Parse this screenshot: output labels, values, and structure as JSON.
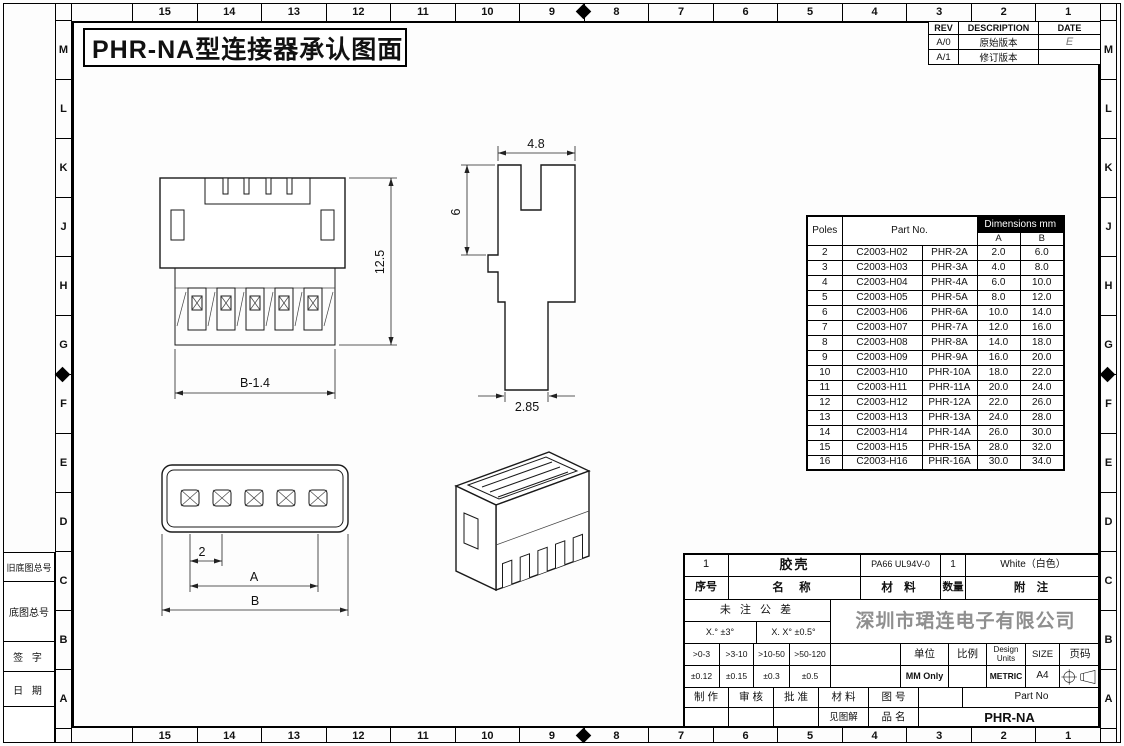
{
  "sheet": {
    "title": "PHR-NA型连接器承认图面"
  },
  "border": {
    "numbers": [
      "15",
      "14",
      "13",
      "12",
      "11",
      "10",
      "9",
      "8",
      "7",
      "6",
      "5",
      "4",
      "3",
      "2",
      "1"
    ],
    "letters": [
      "M",
      "L",
      "K",
      "J",
      "H",
      "G",
      "F",
      "E",
      "D",
      "C",
      "B",
      "A"
    ]
  },
  "rev_table": {
    "headers": [
      "REV",
      "DESCRIPTION",
      "DATE"
    ],
    "rows": [
      [
        "A/0",
        "原始版本",
        "E"
      ],
      [
        "A/1",
        "修订版本",
        ""
      ]
    ]
  },
  "margin": {
    "old_base": "旧底图总号",
    "base": "底图总号",
    "sign": "签 字",
    "date": "日 期"
  },
  "parts_table": {
    "header_poles": "Poles",
    "header_part": "Part No.",
    "header_dims": "Dimensions mm",
    "header_a": "A",
    "header_b": "B",
    "rows": [
      [
        "2",
        "C2003-H02",
        "PHR-2A",
        "2.0",
        "6.0"
      ],
      [
        "3",
        "C2003-H03",
        "PHR-3A",
        "4.0",
        "8.0"
      ],
      [
        "4",
        "C2003-H04",
        "PHR-4A",
        "6.0",
        "10.0"
      ],
      [
        "5",
        "C2003-H05",
        "PHR-5A",
        "8.0",
        "12.0"
      ],
      [
        "6",
        "C2003-H06",
        "PHR-6A",
        "10.0",
        "14.0"
      ],
      [
        "7",
        "C2003-H07",
        "PHR-7A",
        "12.0",
        "16.0"
      ],
      [
        "8",
        "C2003-H08",
        "PHR-8A",
        "14.0",
        "18.0"
      ],
      [
        "9",
        "C2003-H09",
        "PHR-9A",
        "16.0",
        "20.0"
      ],
      [
        "10",
        "C2003-H10",
        "PHR-10A",
        "18.0",
        "22.0"
      ],
      [
        "11",
        "C2003-H11",
        "PHR-11A",
        "20.0",
        "24.0"
      ],
      [
        "12",
        "C2003-H12",
        "PHR-12A",
        "22.0",
        "26.0"
      ],
      [
        "13",
        "C2003-H13",
        "PHR-13A",
        "24.0",
        "28.0"
      ],
      [
        "14",
        "C2003-H14",
        "PHR-14A",
        "26.0",
        "30.0"
      ],
      [
        "15",
        "C2003-H15",
        "PHR-15A",
        "28.0",
        "32.0"
      ],
      [
        "16",
        "C2003-H16",
        "PHR-16A",
        "30.0",
        "34.0"
      ]
    ]
  },
  "dims": {
    "front_total_height": "12.5",
    "front_width": "B-1.4",
    "side_width": "4.8",
    "side_slot_depth": "6",
    "side_tail_width": "2.85",
    "pitch": "2",
    "dim_a": "A",
    "dim_b": "B"
  },
  "title_block": {
    "item": {
      "no": "1",
      "name": "胶壳",
      "material": "PA66 UL94V-0",
      "qty": "1",
      "note": "White（白色）"
    },
    "cols": {
      "no": "序号",
      "name": "名 称",
      "material": "材 料",
      "qty": "数量",
      "note": "附 注"
    },
    "tol": {
      "title": "未 注 公 差",
      "angle_x": "X.° ±3°",
      "angle_xx": "X. X° ±0.5°",
      "ranges": [
        ">0-3",
        ">3-10",
        ">10-50",
        ">50-120"
      ],
      "values": [
        "±0.12",
        "±0.15",
        "±0.3",
        "±0.5"
      ]
    },
    "company": "深圳市珺连电子有限公司",
    "unit_label": "单位",
    "unit_value": "MM Only",
    "scale_label": "比例",
    "design_units_label": "Design Units",
    "design_units_value": "METRIC",
    "size_label": "SIZE",
    "size_value": "A4",
    "page_label": "页码",
    "maker_label": "制 作",
    "checker_label": "审 核",
    "approver_label": "批 准",
    "material_label": "材 料",
    "material_value": "见图解",
    "drawing_no_label": "图 号",
    "product_name_label": "品 名",
    "part_no_label": "Part No",
    "part_no_value": "PHR-NA"
  }
}
